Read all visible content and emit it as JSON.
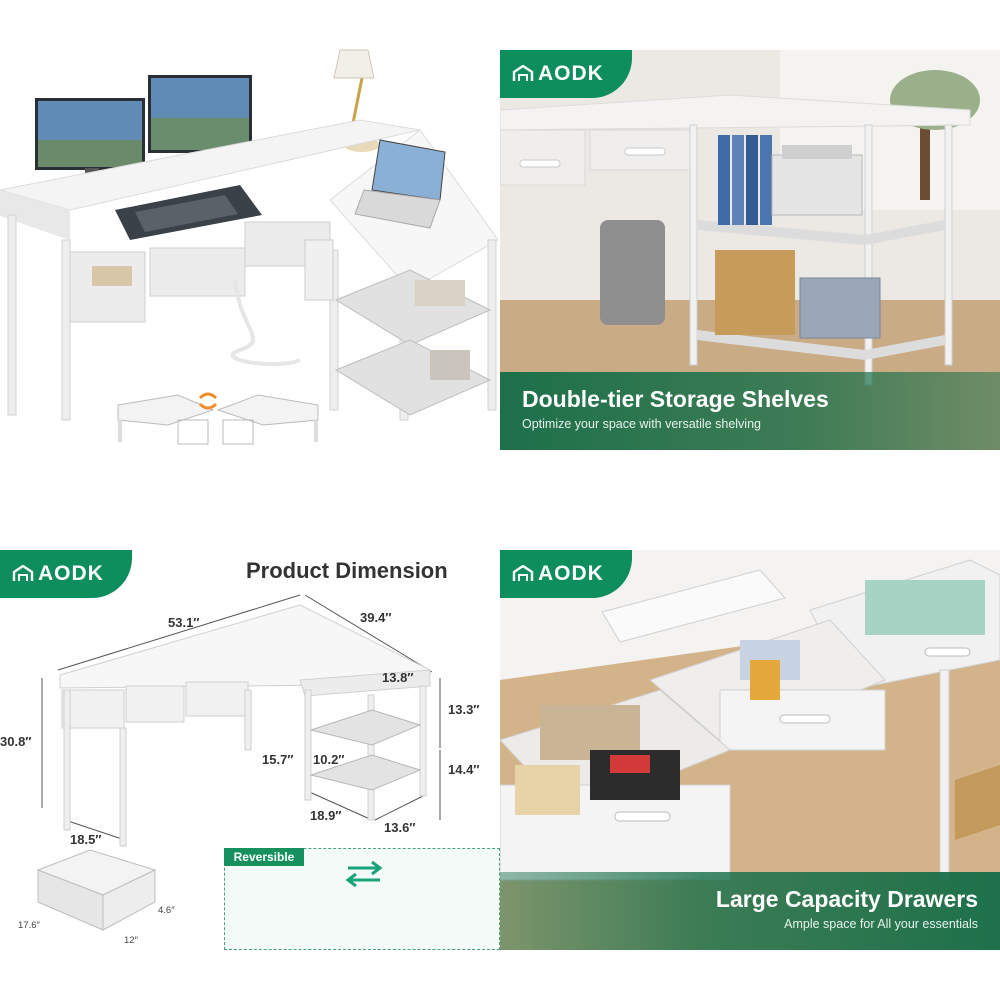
{
  "brand": {
    "name": "AODK",
    "color": "#0e8e5d"
  },
  "panels": {
    "hero": {},
    "storage": {
      "title": "Double-tier Storage Shelves",
      "subtitle": "Optimize your space with versatile shelving"
    },
    "dimensions": {
      "title": "Product Dimension",
      "labels": {
        "width": "53.1″",
        "depth_right": "39.4″",
        "shelf_width": "13.8″",
        "height": "30.8″",
        "shelf_top_height": "13.3″",
        "shelf_bottom_height": "14.4″",
        "inner_width": "15.7″",
        "shelf_gap": "10.2″",
        "shelf_depth": "18.9″",
        "shelf_side": "13.6″",
        "desk_depth": "18.5″",
        "drawer_height": "4.6″",
        "drawer_depth": "17.6″",
        "drawer_width": "12″"
      },
      "reversible_label": "Reversible"
    },
    "drawers": {
      "title": "Large Capacity Drawers",
      "subtitle": "Ample space for All your essentials"
    }
  },
  "colors": {
    "accent": "#0e8e5d",
    "swap_orange": "#f08a24",
    "swap_teal": "#19a37a"
  }
}
